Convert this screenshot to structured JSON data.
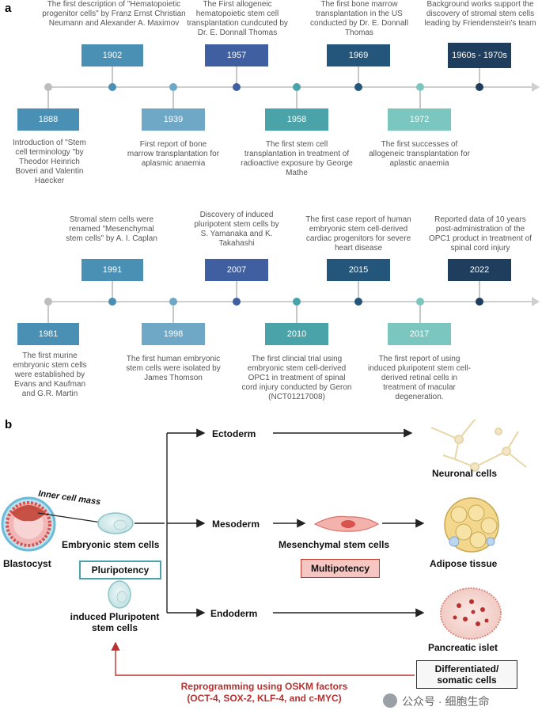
{
  "panel_a_label": "a",
  "panel_b_label": "b",
  "colors": {
    "dark_navy": "#1f3d5c",
    "navy": "#23567a",
    "indigo": "#3f5fa0",
    "steel": "#4a90b4",
    "light_steel": "#6fa8c6",
    "teal": "#4aa3a8",
    "light_teal": "#7cc6c0",
    "grey_dot": "#bdbdbd",
    "pluripotency_border": "#4aa3a8",
    "multipotency_fill": "#f6c6c2",
    "reprogramming_red": "#b8312f"
  },
  "timeline1": {
    "top_events": [
      {
        "year": "1902",
        "text": "The first description of \"Hematopoietic progenitor cells\" by Franz Ernst Christian Neumann and Alexander A. Maximov"
      },
      {
        "year": "1957",
        "text": "The First allogeneic hematopoietic stem cell transplantation cundcuted by Dr. E. Donnall Thomas"
      },
      {
        "year": "1969",
        "text": "The first bone marrow transplantation in the US conducted by Dr. E. Donnall Thomas"
      },
      {
        "year": "1960s - 1970s",
        "text": "Background works support the discovery of stromal stem cells leading by Friendenstein's team"
      }
    ],
    "bottom_events": [
      {
        "year": "1888",
        "text": "Introduction of \"Stem cell terminology \"by Theodor Heinrich Boveri and Valentin Haecker"
      },
      {
        "year": "1939",
        "text": "First report of bone marrow transplantation for aplasmic anaemia"
      },
      {
        "year": "1958",
        "text": "The first stem cell transplantation in treatment of radioactive exposure by George Mathe"
      },
      {
        "year": "1972",
        "text": "The first successes of allogeneic transplantation for aplastic anaemia"
      }
    ]
  },
  "timeline2": {
    "top_events": [
      {
        "year": "1991",
        "text": "Stromal stem cells were renamed \"Mesenchymal stem cells\" by A. I. Caplan"
      },
      {
        "year": "2007",
        "text": "Discovery of induced pluripotent stem cells by S. Yamanaka and K. Takahashi"
      },
      {
        "year": "2015",
        "text": "The first case report of human embryonic stem cell-derived cardiac progenitors for severe heart disease"
      },
      {
        "year": "2022",
        "text": "Reported data of 10 years post-administration of the OPC1 product in treatment of spinal cord injury"
      }
    ],
    "bottom_events": [
      {
        "year": "1981",
        "text": "The first murine embryonic stem cells were established by Evans and Kaufman and G.R. Martin"
      },
      {
        "year": "1998",
        "text": "The first human embryonic stem cells were isolated by James Thomson"
      },
      {
        "year": "2010",
        "text": "The first clincial trial using embryonic stem cell-derived OPC1 in treatment of spinal cord injury conducted by Geron (NCT01217008)"
      },
      {
        "year": "2017",
        "text": "The first report of using induced pluripotent stem cell-derived retinal cells in treatment of macular degeneration."
      }
    ]
  },
  "panel_b": {
    "inner_cell_mass": "Inner cell mass",
    "blastocyst": "Blastocyst",
    "embryonic_stem_cells": "Embryonic stem cells",
    "pluripotency": "Pluripotency",
    "ipsc": "induced Pluripotent stem cells",
    "ectoderm": "Ectoderm",
    "mesoderm": "Mesoderm",
    "endoderm": "Endoderm",
    "msc": "Mesenchymal stem cells",
    "multipotency": "Multipotency",
    "neuronal": "Neuronal cells",
    "adipose": "Adipose tissue",
    "pancreatic": "Pancreatic islet",
    "differentiated": "Differentiated/ somatic cells",
    "reprogramming": "Reprogramming using OSKM factors",
    "factors": "(OCT-4, SOX-2, KLF-4, and c-MYC)"
  },
  "watermark": "公众号 · 细胞生命"
}
